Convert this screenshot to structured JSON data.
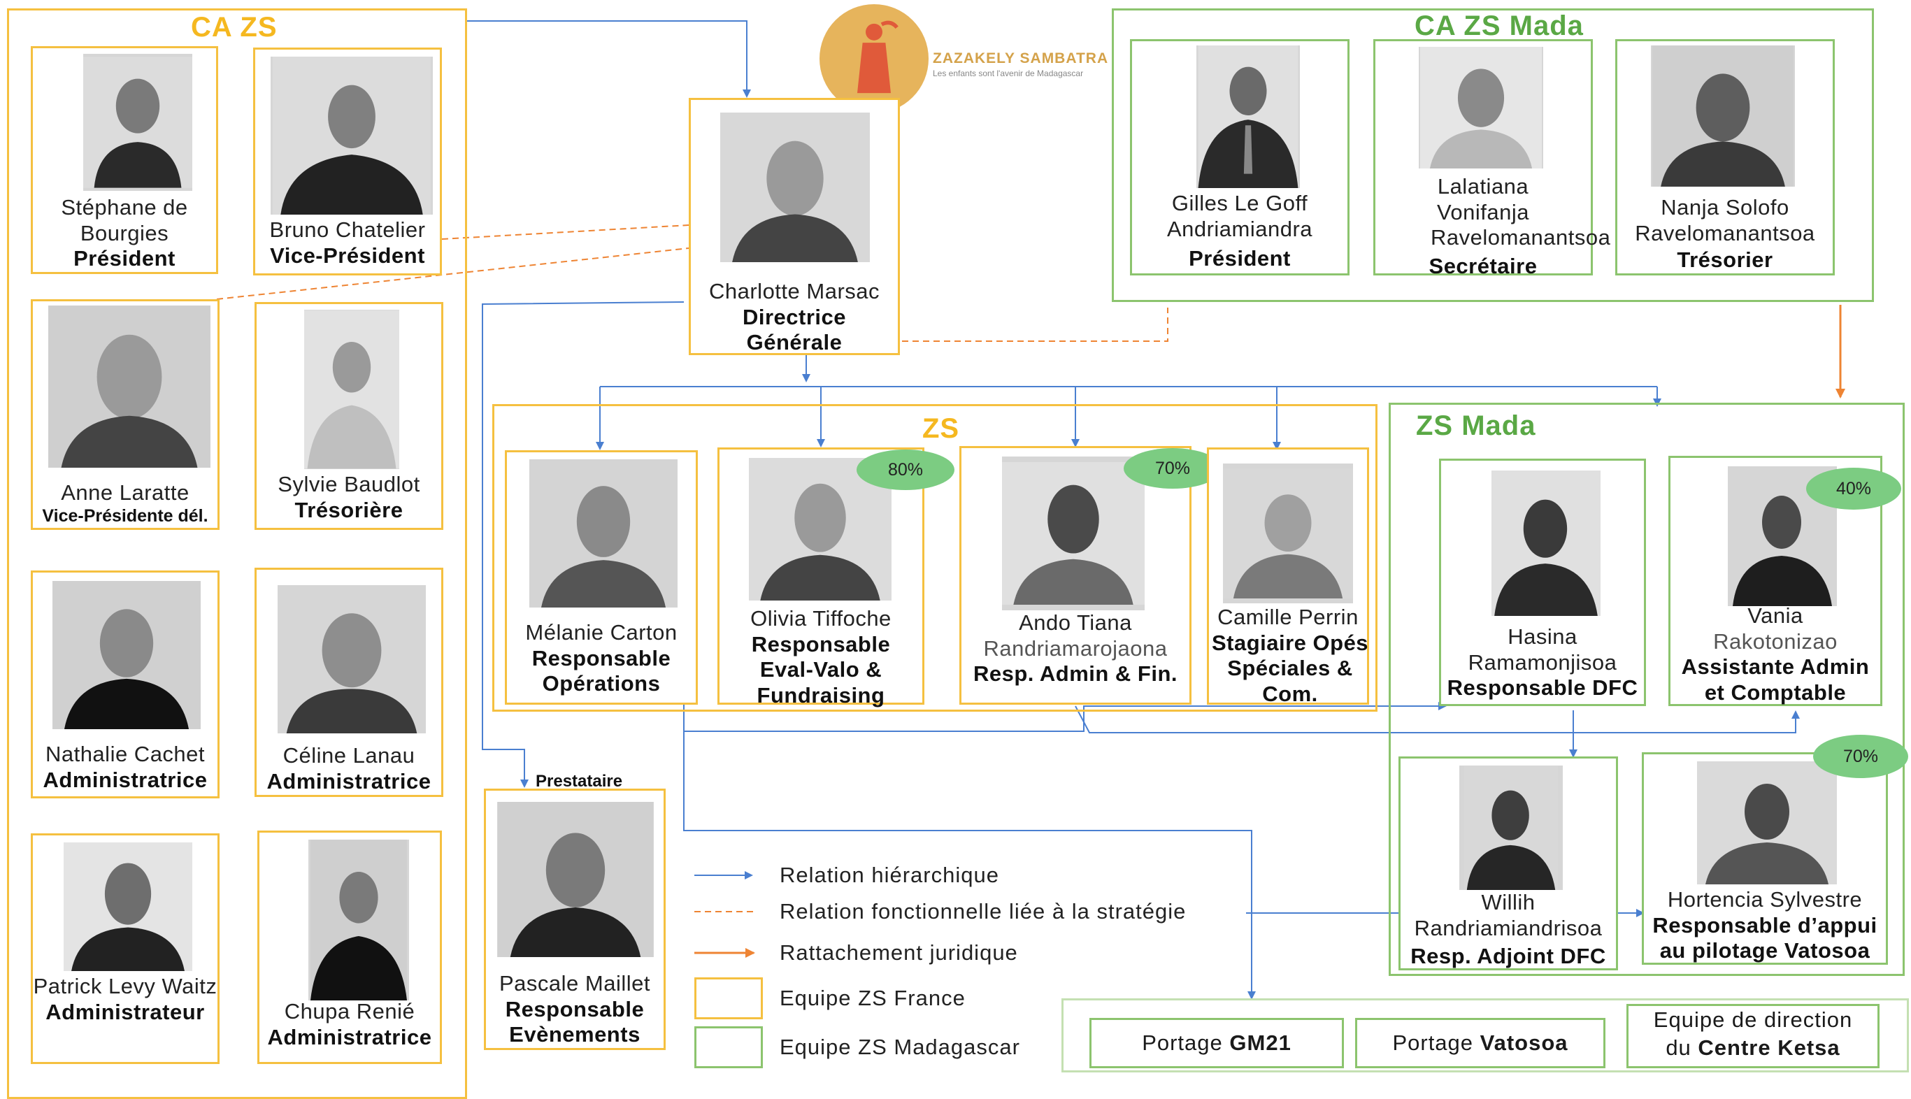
{
  "logo": {
    "name": "ZAZAKELY SAMBATRA",
    "tagline": "Les enfants sont l'avenir de Madagascar"
  },
  "groups": {
    "ca_zs": "CA ZS",
    "ca_zs_mada": "CA ZS Mada",
    "zs": "ZS",
    "zs_mada": "ZS Mada"
  },
  "ca_zs": [
    {
      "name": "Stéphane de Bourgies",
      "role": "Président"
    },
    {
      "name": "Bruno Chatelier",
      "role": "Vice-Président"
    },
    {
      "name": "Anne Laratte",
      "role": "Vice-Présidente dél."
    },
    {
      "name": "Sylvie Baudlot",
      "role": "Trésorière"
    },
    {
      "name": "Nathalie Cachet",
      "role": "Administratrice"
    },
    {
      "name": "Céline Lanau",
      "role": "Administratrice"
    },
    {
      "name": "Patrick Levy Waitz",
      "role": "Administrateur"
    },
    {
      "name": "Chupa Renié",
      "role": "Administratrice"
    }
  ],
  "director": {
    "name": "Charlotte Marsac",
    "role": "Directrice Générale"
  },
  "ca_zs_mada": [
    {
      "name": "Gilles Le Goff Andriamiandra",
      "role": "Président"
    },
    {
      "name": "Lalatiana Vonifanja Ravelomanantsoa",
      "role": "Secrétaire"
    },
    {
      "name": "Nanja Solofo Ravelomanantsoa",
      "role": "Trésorier"
    }
  ],
  "zs": [
    {
      "name": "Mélanie Carton",
      "role": "Responsable Opérations",
      "pct": ""
    },
    {
      "name": "Olivia Tiffoche",
      "role": "Responsable Eval-Valo & Fundraising",
      "pct": "80%"
    },
    {
      "name": "Ando Tiana",
      "name2": "Randriamarojaona",
      "role": "Resp. Admin & Fin.",
      "pct": "70%"
    },
    {
      "name": "Camille Perrin",
      "role": "Stagiaire Opés Spéciales & Com.",
      "pct": ""
    }
  ],
  "zs_mada": [
    {
      "name": "Hasina Ramamonjisoa",
      "role": "Responsable DFC",
      "pct": ""
    },
    {
      "name": "Vania",
      "name2": "Rakotonizao",
      "role": "Assistante Admin et Comptable",
      "pct": "40%"
    },
    {
      "name": "Willih Randriamiandrisoa",
      "role": "Resp. Adjoint DFC",
      "pct": ""
    },
    {
      "name": "Hortencia Sylvestre",
      "role": "Responsable d’appui au pilotage Vatosoa",
      "pct": "70%"
    }
  ],
  "prestataire": {
    "label": "Prestataire",
    "name": "Pascale Maillet",
    "role": "Responsable Evènements"
  },
  "legend": {
    "hier": "Relation hiérarchique",
    "func": "Relation fonctionnelle liée à la stratégie",
    "jur": "Rattachement juridique",
    "fr": "Equipe ZS France",
    "mg": "Equipe ZS Madagascar"
  },
  "portage": [
    {
      "prefix": "Portage ",
      "bold": "GM21"
    },
    {
      "prefix": "Portage ",
      "bold": "Vatosoa"
    }
  ],
  "ketsa": {
    "line1": "Equipe de direction",
    "prefix": "du ",
    "bold": "Centre Ketsa"
  },
  "colors": {
    "france": "#f5c040",
    "madagascar": "#8cc46e",
    "hierarchy": "#4a7fd0",
    "legal": "#ee8433",
    "pct_badge": "#7ccc82"
  }
}
